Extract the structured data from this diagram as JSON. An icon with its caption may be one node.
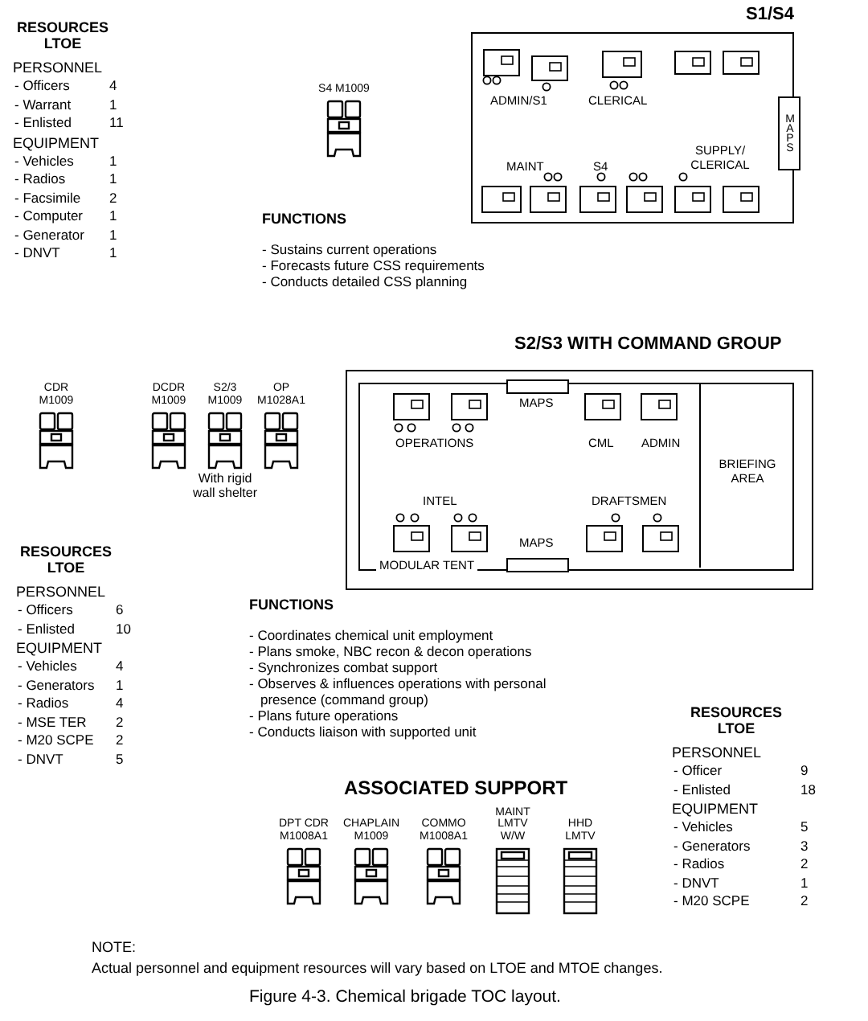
{
  "diagram": {
    "caption": "Figure 4-3.  Chemical brigade TOC layout.",
    "nodes": [
      {
        "text": [
          "S1/S4"
        ]
      },
      {
        "text": [
          "MAPS"
        ],
        "in": 0
      },
      {
        "text": [
          "S4 M1009"
        ]
      },
      {
        "text": [
          "S2/S3 WITH COMMAND GROUP",
          "MODULAR TENT"
        ]
      },
      {
        "text": [
          "MAPS"
        ],
        "in": 3
      },
      {
        "text": [
          "MAPS"
        ],
        "in": 3
      },
      {
        "text": [
          "BRIEFING AREA"
        ],
        "in": 3
      },
      {
        "text": [
          "CDR M1009"
        ]
      },
      {
        "text": [
          "DCDR M1009"
        ]
      },
      {
        "text": [
          "S2/3 M1009"
        ],
        "beside": [
          "With rigid wall shelter"
        ]
      },
      {
        "text": [
          "OP M1028A1"
        ]
      },
      {
        "text": [
          "DPT CDR M1008A1"
        ]
      },
      {
        "text": [
          "CHAPLAIN M1009"
        ]
      },
      {
        "text": [
          "COMMO M1008A1"
        ]
      },
      {
        "text": [
          "MAINT LMTV W/W"
        ]
      },
      {
        "text": [
          "HHD LMTV"
        ]
      }
    ],
    "labels": [
      "RESOURCES LTOE",
      "PERSONNEL",
      "- Officers",
      "4",
      "- Warrant",
      "1",
      "- Enlisted",
      "11",
      "EQUIPMENT",
      "- Vehicles",
      "1",
      "- Radios",
      "1",
      "- Facsimile",
      "2",
      "- Computer",
      "1",
      "- Generator",
      "1",
      "- DNVT",
      "1",
      "ADMIN/S1",
      "CLERICAL",
      "MAINT",
      "S4",
      "SUPPLY/ CLERICAL",
      "FUNCTIONS",
      "- Sustains current operations",
      "- Forecasts future CSS requirements",
      "- Conducts detailed CSS planning",
      "OPERATIONS",
      "CML",
      "ADMIN",
      "INTEL",
      "DRAFTSMEN",
      "RESOURCES LTOE",
      "PERSONNEL",
      "- Officers",
      "6",
      "- Enlisted",
      "10",
      "EQUIPMENT",
      "- Vehicles",
      "4",
      "- Generators",
      "1",
      "- Radios",
      "4",
      "- MSE TER",
      "2",
      "- M20 SCPE",
      "2",
      "- DNVT",
      "5",
      "FUNCTIONS",
      "- Coordinates chemical unit employment",
      "- Plans smoke, NBC recon & decon operations",
      "- Synchronizes combat support",
      "- Observes & influences operations with personal presence (command group)",
      "- Plans future operations",
      "- Conducts liaison with supported unit",
      "ASSOCIATED SUPPORT",
      "RESOURCES LTOE",
      "PERSONNEL",
      "- Officer",
      "9",
      "- Enlisted",
      "18",
      "EQUIPMENT",
      "- Vehicles",
      "5",
      "- Generators",
      "3",
      "- Radios",
      "2",
      "- DNVT",
      "1",
      "- M20 SCPE",
      "2",
      "NOTE:",
      "Actual personnel and equipment resources will vary based on LTOE and MTOE changes."
    ]
  }
}
